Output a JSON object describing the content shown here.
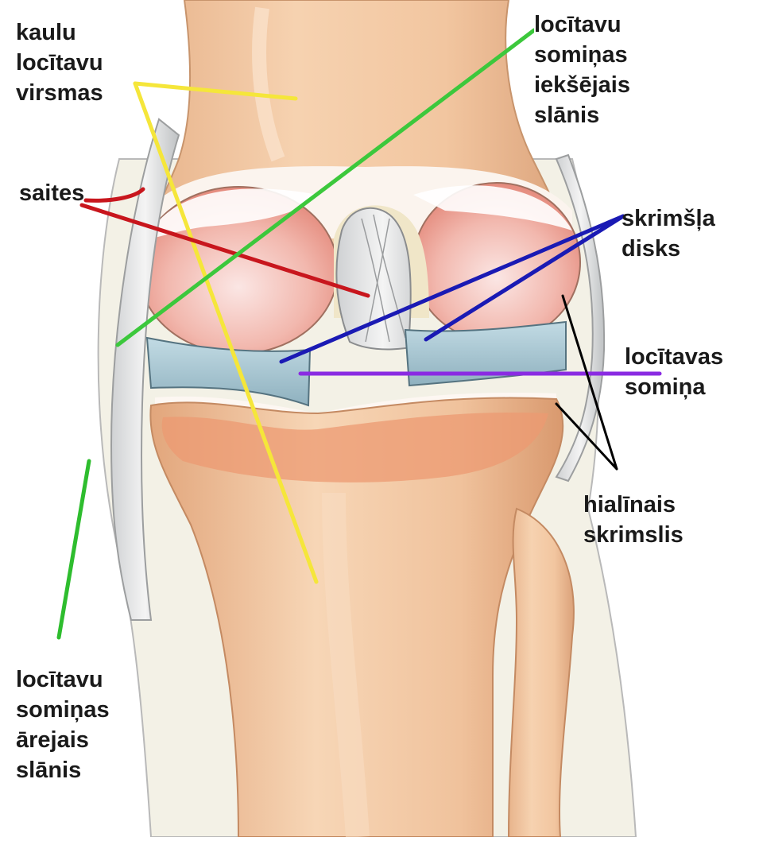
{
  "labels": {
    "kaulu_virsmas": [
      "kaulu",
      "locītavu",
      "virsmas"
    ],
    "saites": "saites",
    "ieksejais_slanis": [
      "locītavu",
      "somiņas",
      "iekšējais",
      "slānis"
    ],
    "skrimsla_disks": [
      "skrimšļa",
      "disks"
    ],
    "locitavas_somina": [
      "locītavas",
      "somiņa"
    ],
    "hialinais_skrimslis": [
      "hialīnais",
      "skrimslis"
    ],
    "arejais_slanis": [
      "locītavu",
      "somiņas",
      "ārejais",
      "slānis"
    ]
  },
  "line_colors": {
    "kaulu_virsmas": "#f5e63a",
    "saites": "#c8161d",
    "ieksejais_slanis": "#3cc83c",
    "skrimsla_disks": "#1a1ab4",
    "locitavas_somina": "#8a2be2",
    "hialinais_skrimslis": "#000000",
    "arejais_slanis": "#2ebd2e"
  }
}
